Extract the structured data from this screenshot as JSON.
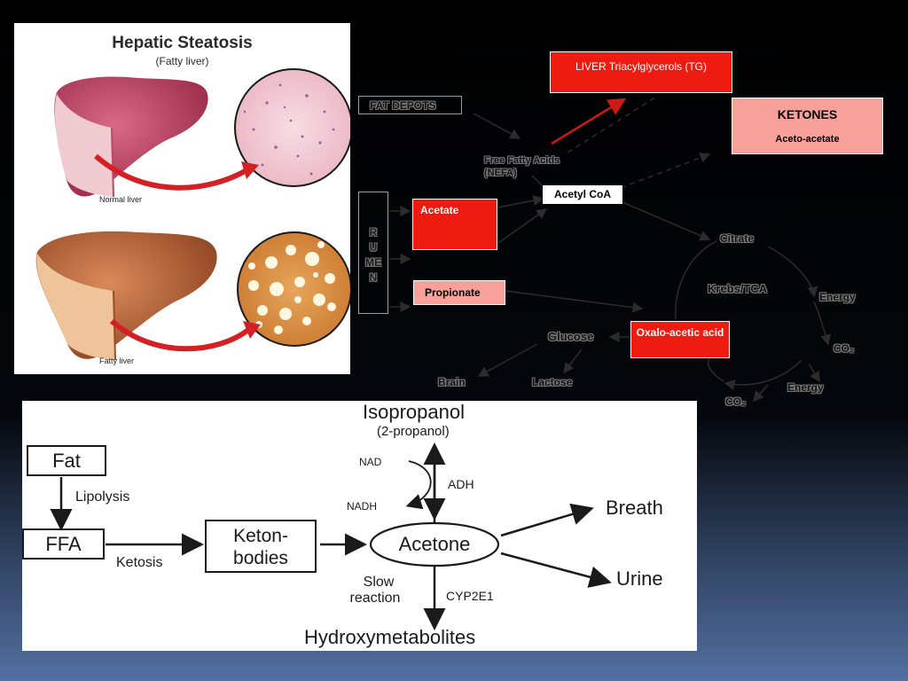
{
  "liver_panel": {
    "title": "Hepatic Steatosis",
    "subtitle": "(Fatty liver)",
    "normal_caption": "Normal liver",
    "fatty_caption": "Fatty liver"
  },
  "rumen_diagram": {
    "liver_tg": "LIVER Triacylglycerols (TG)",
    "ketones_title": "KETONES",
    "ketones_sub": "Aceto-acetate",
    "fat_depots": "FAT DEPOTS",
    "free_fatty_acids": "Free Fatty Acids (NEFA)",
    "acetyl_coa": "Acetyl CoA",
    "acetate": "Acetate",
    "propionate": "Propionate",
    "rumen_letters": [
      "R",
      "U",
      "ME",
      "N"
    ],
    "citrate": "Citrate",
    "krebs": "Krebs/TCA",
    "energy": "Energy",
    "co2_a": "CO₂",
    "energy_b": "Energy",
    "co2_b": "CO₂",
    "oxaloacetic": "Oxalo-acetic acid",
    "glucose": "Glucose",
    "brain": "Brain",
    "lactose": "Lactose"
  },
  "acetone_panel": {
    "isopropanol": "Isopropanol",
    "isopropanol_sub": "(2-propanol)",
    "nad": "NAD",
    "nadh": "NADH",
    "adh": "ADH",
    "fat": "Fat",
    "lipolysis": "Lipolysis",
    "ffa": "FFA",
    "ketosis": "Ketosis",
    "ketonbodies_1": "Keton-",
    "ketonbodies_2": "bodies",
    "acetone": "Acetone",
    "breath": "Breath",
    "urine": "Urine",
    "slow_1": "Slow",
    "slow_2": "reaction",
    "cyp": "CYP2E1",
    "hydroxy": "Hydroxymetabolites"
  },
  "colors": {
    "red_box": "#ee1c10",
    "pink_box": "#f7a19a",
    "arrow_red": "#cc1a14"
  }
}
